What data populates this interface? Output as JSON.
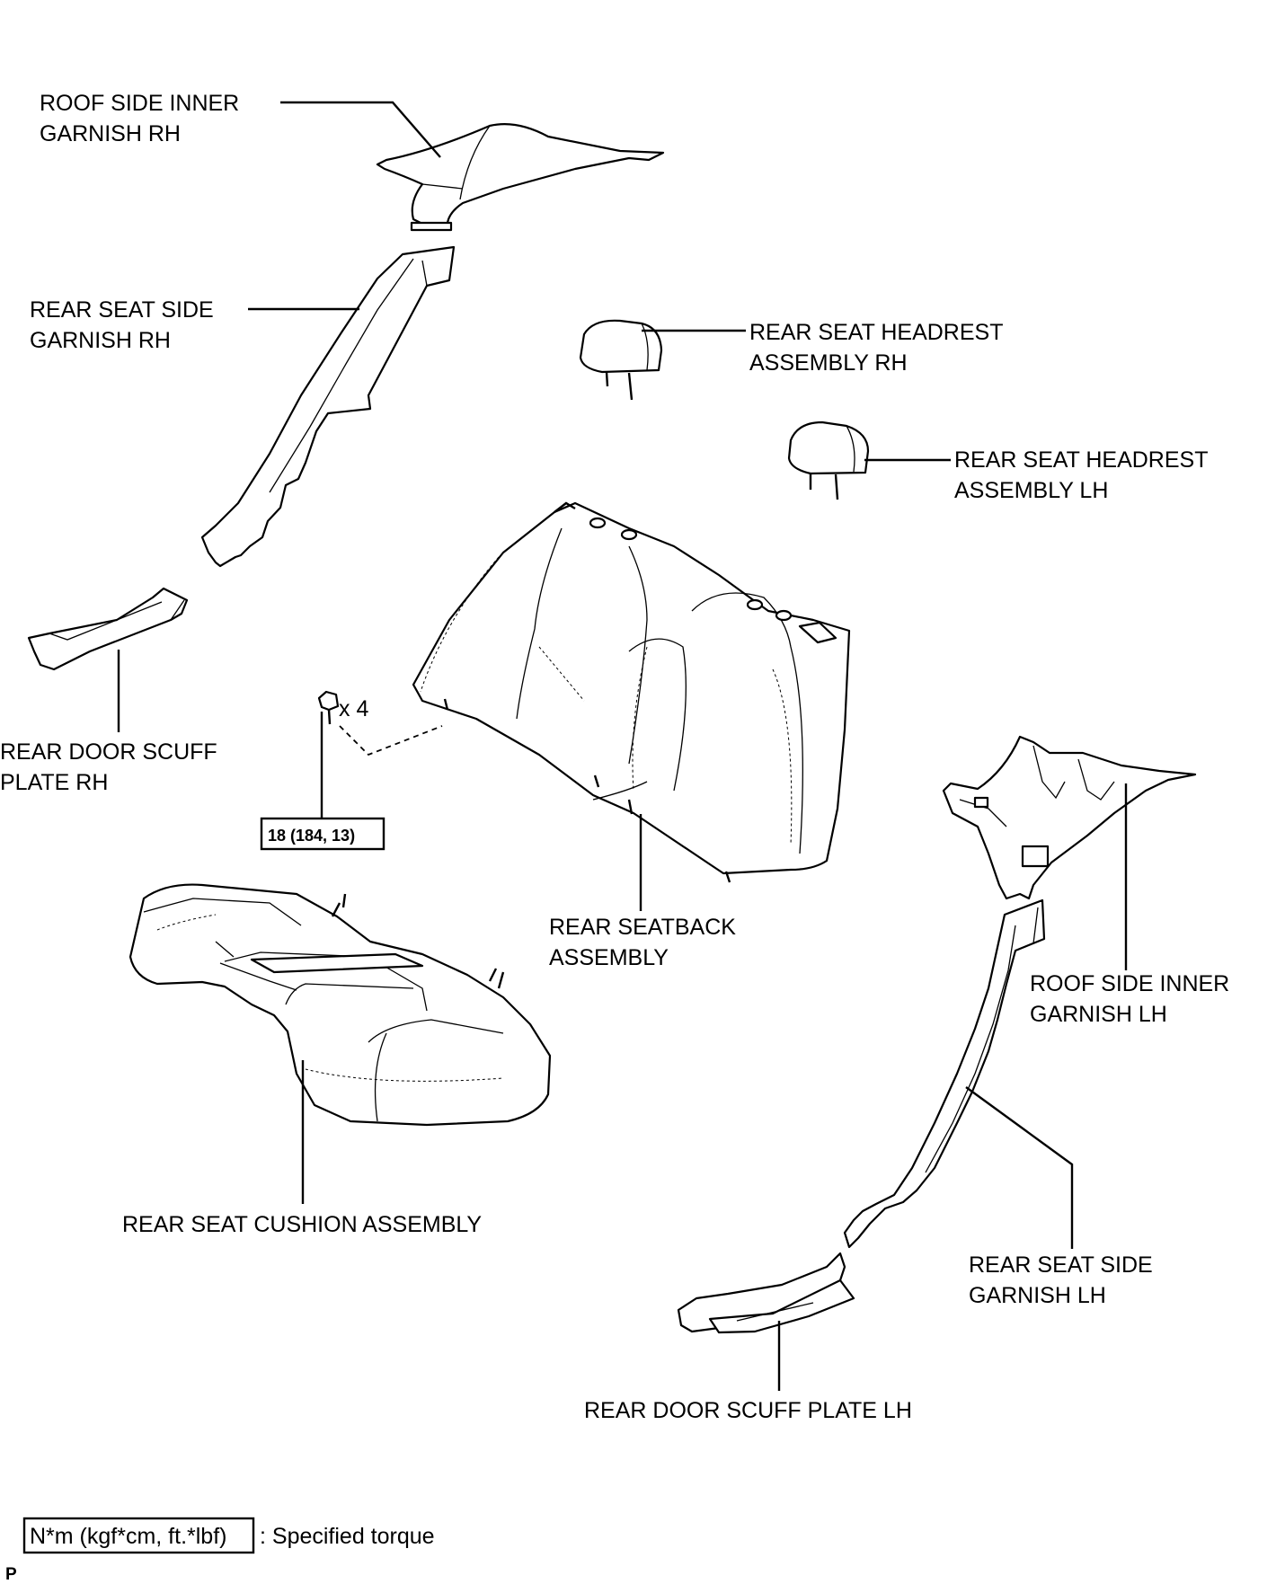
{
  "labels": {
    "roof_side_inner_garnish_rh": [
      "ROOF SIDE INNER",
      "GARNISH RH"
    ],
    "rear_seat_side_garnish_rh": [
      "REAR SEAT SIDE",
      "GARNISH RH"
    ],
    "rear_seat_headrest_rh": [
      "REAR SEAT HEADREST",
      "ASSEMBLY RH"
    ],
    "rear_seat_headrest_lh": [
      "REAR SEAT HEADREST",
      "ASSEMBLY LH"
    ],
    "rear_door_scuff_plate_rh": [
      "REAR DOOR SCUFF",
      "PLATE RH"
    ],
    "rear_seatback_assembly": [
      "REAR SEATBACK",
      "ASSEMBLY"
    ],
    "roof_side_inner_garnish_lh": [
      "ROOF SIDE INNER",
      "GARNISH LH"
    ],
    "rear_seat_cushion_assembly": "REAR SEAT CUSHION ASSEMBLY",
    "rear_seat_side_garnish_lh": [
      "REAR SEAT SIDE",
      "GARNISH LH"
    ],
    "rear_door_scuff_plate_lh": "REAR DOOR SCUFF PLATE LH"
  },
  "bolt": {
    "quantity": "x 4",
    "torque": "18 (184, 13)"
  },
  "legend": {
    "unit_box": "N*m (kgf*cm, ft.*lbf)",
    "description": ": Specified torque"
  },
  "corner_mark": "P"
}
